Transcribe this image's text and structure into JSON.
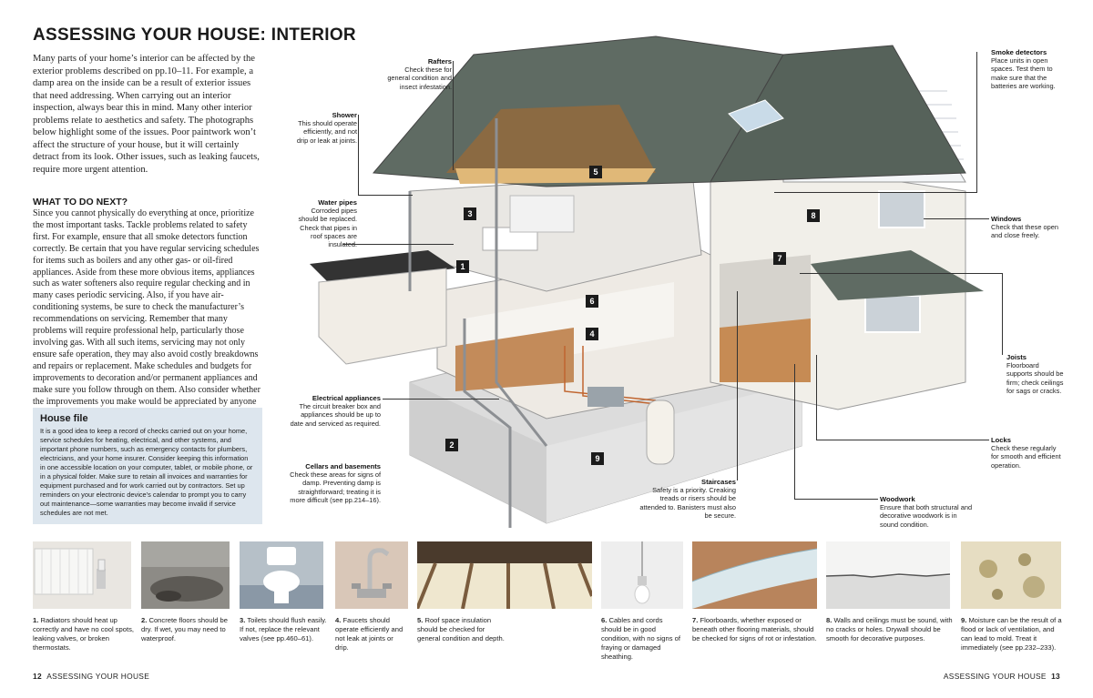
{
  "page": {
    "title": "ASSESSING YOUR HOUSE: INTERIOR",
    "intro": "Many parts of your home’s interior can be affected by the exterior problems described on pp.10–11. For example, a damp area on the inside can be a result of exterior issues that need addressing. When carrying out an interior inspection, always bear this in mind. Many other interior problems relate to aesthetics and safety. The photographs below highlight some of the issues. Poor paintwork won’t affect the structure of your house, but it will certainly detract from its look. Other issues, such as leaking faucets, require more urgent attention.",
    "next_heading": "WHAT TO DO NEXT?",
    "next_body": "Since you cannot physically do everything at once, prioritize the most important tasks. Tackle problems related to safety first. For example, ensure that all smoke detectors function correctly. Be certain that you have regular servicing schedules for items such as boilers and any other gas- or oil-fired appliances. Aside from these more obvious items, appliances such as water softeners also require regular checking and in many cases periodic servicing. Also, if you have air-conditioning systems, be sure to check the manufacturer’s recommendations on servicing. Remember that many problems will require professional help, particularly those involving gas. With all such items, servicing may not only ensure safe operation, they may also avoid costly breakdowns and repairs or replacement. Make schedules and budgets for improvements to decoration and/or permanent appliances and make sure you follow through on them. Also consider whether the improvements you make would be appreciated by anyone buying your property."
  },
  "house_file": {
    "title": "House file",
    "body": "It is a good idea to keep a record of checks carried out on your home, service schedules for heating, electrical, and other systems, and important phone numbers, such as emergency contacts for plumbers, electricians, and your home insurer. Consider keeping this information in one accessible location on your computer, tablet, or mobile phone, or in a physical folder. Make sure to retain all invoices and warranties for equipment purchased and for work carried out by contractors. Set up reminders on your electronic device’s calendar to prompt you to carry out maintenance—some warranties may become invalid if service schedules are not met."
  },
  "callouts": {
    "rafters": {
      "title": "Rafters",
      "text": "Check these for general condition and insect infestation."
    },
    "shower": {
      "title": "Shower",
      "text": "This should operate efficiently, and not drip or leak at joints."
    },
    "water_pipes": {
      "title": "Water pipes",
      "text": "Corroded pipes should be replaced. Check that pipes in roof spaces are insulated."
    },
    "electrical": {
      "title": "Electrical appliances",
      "text": "The circuit breaker box and appliances should be up to date and serviced as required."
    },
    "cellars": {
      "title": "Cellars and basements",
      "text": "Check these areas for signs of damp. Preventing damp is straightforward; treating it is more difficult (see pp.214–16)."
    },
    "staircases": {
      "title": "Staircases",
      "text": "Safety is a priority. Creaking treads or risers should be attended to. Banisters must also be secure."
    },
    "woodwork": {
      "title": "Woodwork",
      "text": "Ensure that both structural and decorative woodwork is in sound condition."
    },
    "smoke": {
      "title": "Smoke detectors",
      "text": "Place units in open spaces. Test them to make sure that the batteries are working."
    },
    "windows": {
      "title": "Windows",
      "text": "Check that these open and close freely."
    },
    "joists": {
      "title": "Joists",
      "text": "Floorboard supports should be firm; check ceilings for sags or cracks."
    },
    "locks": {
      "title": "Locks",
      "text": "Check these regularly for smooth and efficient operation."
    }
  },
  "markers": [
    "1",
    "2",
    "3",
    "4",
    "5",
    "6",
    "7",
    "8",
    "9"
  ],
  "photos": [
    {
      "num": "1.",
      "text": "Radiators should heat up correctly and have no cool spots, leaking valves, or broken thermostats."
    },
    {
      "num": "2.",
      "text": "Concrete floors should be dry. If wet, you may need to waterproof."
    },
    {
      "num": "3.",
      "text": "Toilets should flush easily. If not, replace the relevant valves (see pp.460–61)."
    },
    {
      "num": "4.",
      "text": "Faucets should operate efficiently and not leak at joints or drip."
    },
    {
      "num": "5.",
      "text": "Roof space insulation should be checked for general condition and depth."
    },
    {
      "num": "6.",
      "text": "Cables and cords should be in good condition, with no signs of fraying or damaged sheathing."
    },
    {
      "num": "7.",
      "text": "Floorboards, whether exposed or beneath other flooring materials, should be checked for signs of rot or infestation."
    },
    {
      "num": "8.",
      "text": "Walls and ceilings must be sound, with no cracks or holes. Drywall should be smooth for decorative purposes."
    },
    {
      "num": "9.",
      "text": "Moisture can be the result of a flood or lack of ventilation, and can lead to mold. Treat it immediately (see pp.232–233)."
    }
  ],
  "folio": {
    "left_num": "12",
    "left_text": "ASSESSING YOUR HOUSE",
    "right_text": "ASSESSING YOUR HOUSE",
    "right_num": "13"
  }
}
